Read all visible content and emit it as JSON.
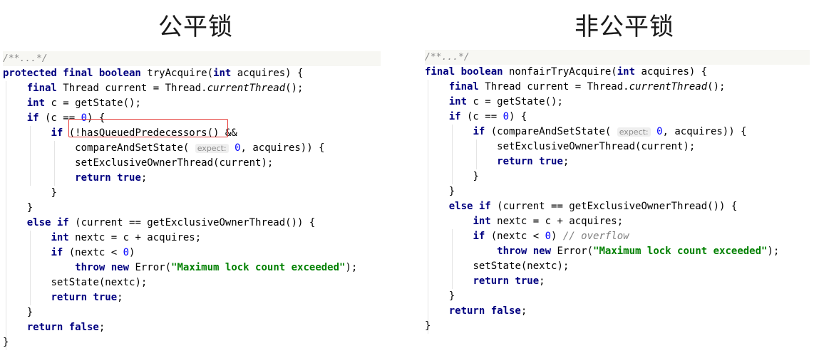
{
  "titles": {
    "fair": "公平锁",
    "nonfair": "非公平锁"
  },
  "colors": {
    "keyword": "#000080",
    "number": "#0000ff",
    "string": "#008000",
    "comment": "#808080",
    "highlight_box": "#e53935"
  },
  "fair": {
    "fold": "/**...*/",
    "l1_kw": "protected final boolean",
    "l1_a": " tryAcquire(",
    "l1_kw2": "int",
    "l1_b": " acquires) {",
    "l2_kw": "final",
    "l2_a": " Thread current = Thread.",
    "l2_ital": "currentThread",
    "l2_b": "();",
    "l3_kw": "int",
    "l3_a": " c = getState();",
    "l4_kw": "if",
    "l4_a": " (c == ",
    "l4_num": "0",
    "l4_b": ") {",
    "l5_kw": "if",
    "l5_a": " (!hasQueuedPredecessors() &&",
    "l6_a": "compareAndSetState( ",
    "l6_hint": "expect:",
    "l6_num": "0",
    "l6_b": ", acquires)) {",
    "l7_a": "setExclusiveOwnerThread(current);",
    "l8_kw": "return true",
    "l8_a": ";",
    "l9_a": "}",
    "l10_a": "}",
    "l11_kw": "else if",
    "l11_a": " (current == getExclusiveOwnerThread()) {",
    "l12_kw": "int",
    "l12_a": " nextc = c + acquires;",
    "l13_kw": "if",
    "l13_a": " (nextc < ",
    "l13_num": "0",
    "l13_b": ")",
    "l14_kw": "throw new",
    "l14_a": " Error(",
    "l14_str": "\"Maximum lock count exceeded\"",
    "l14_b": ");",
    "l15_a": "setState(nextc);",
    "l16_kw": "return true",
    "l16_a": ";",
    "l17_a": "}",
    "l18_kw": "return false",
    "l18_a": ";",
    "l19_a": "}"
  },
  "nonfair": {
    "fold": "/**...*/",
    "l1_kw": "final boolean",
    "l1_a": " nonfairTryAcquire(",
    "l1_kw2": "int",
    "l1_b": " acquires) {",
    "l2_kw": "final",
    "l2_a": " Thread current = Thread.",
    "l2_ital": "currentThread",
    "l2_b": "();",
    "l3_kw": "int",
    "l3_a": " c = getState();",
    "l4_kw": "if",
    "l4_a": " (c == ",
    "l4_num": "0",
    "l4_b": ") {",
    "l5_kw": "if",
    "l5_a": " (compareAndSetState( ",
    "l5_hint": "expect:",
    "l5_num": "0",
    "l5_b": ", acquires)) {",
    "l6_a": "setExclusiveOwnerThread(current);",
    "l7_kw": "return true",
    "l7_a": ";",
    "l8_a": "}",
    "l9_a": "}",
    "l10_kw": "else if",
    "l10_a": " (current == getExclusiveOwnerThread()) {",
    "l11_kw": "int",
    "l11_a": " nextc = c + acquires;",
    "l12_kw": "if",
    "l12_a": " (nextc < ",
    "l12_num": "0",
    "l12_b": ") ",
    "l12_cmt": "// overflow",
    "l13_kw": "throw new",
    "l13_a": " Error(",
    "l13_str": "\"Maximum lock count exceeded\"",
    "l13_b": ");",
    "l14_a": "setState(nextc);",
    "l15_kw": "return true",
    "l15_a": ";",
    "l16_a": "}",
    "l17_kw": "return false",
    "l17_a": ";",
    "l18_a": "}"
  }
}
